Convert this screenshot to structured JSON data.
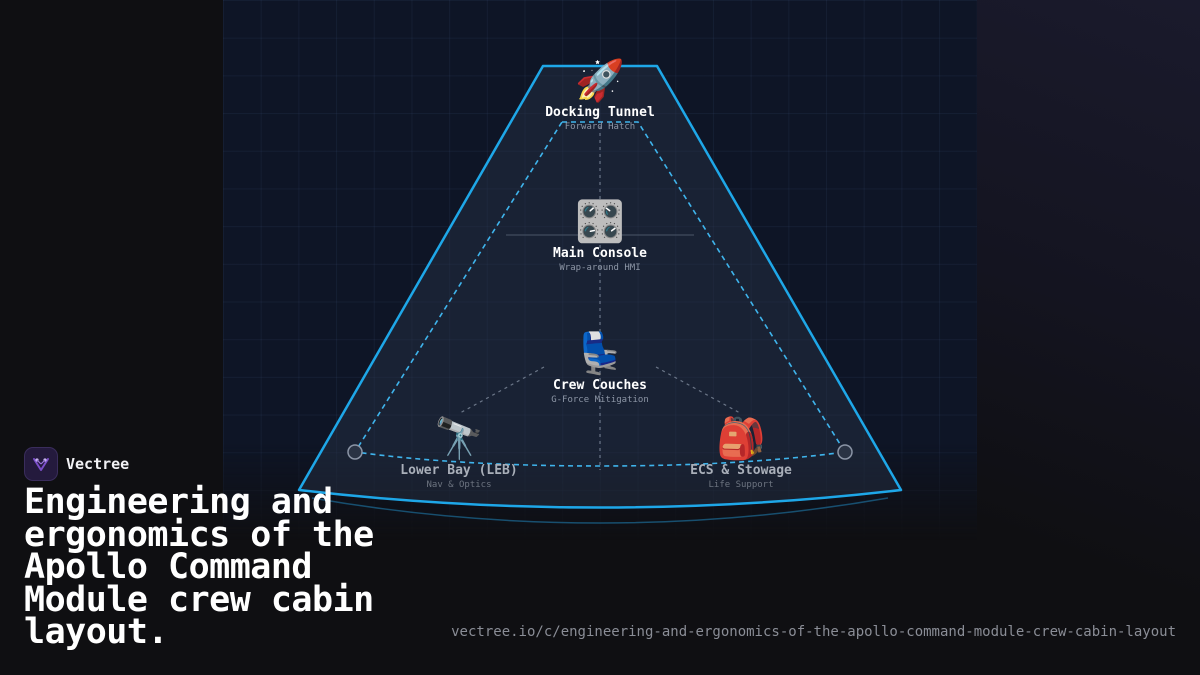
{
  "brand": {
    "name": "Vectree",
    "logo_icon": "vectree-logo-icon",
    "accent": "#7b4ec9"
  },
  "headline": "Engineering and ergonomics of the Apollo Command Module crew cabin layout.",
  "url": "vectree.io/c/engineering-and-ergonomics-of-the-apollo-command-module-crew-cabin-layout",
  "diagram": {
    "outline_color": "#1ea7e8",
    "nodes": [
      {
        "id": "docking-tunnel",
        "icon": "rocket-icon",
        "glyph": "🚀",
        "title": "Docking Tunnel",
        "subtitle": "Forward Hatch"
      },
      {
        "id": "main-console",
        "icon": "control-knobs-icon",
        "glyph": "🎛️",
        "title": "Main Console",
        "subtitle": "Wrap-around HMI"
      },
      {
        "id": "crew-couches",
        "icon": "seat-icon",
        "glyph": "💺",
        "title": "Crew Couches",
        "subtitle": "G-Force Mitigation"
      },
      {
        "id": "lower-bay",
        "icon": "telescope-icon",
        "glyph": "🔭",
        "title": "Lower Bay (LEB)",
        "subtitle": "Nav & Optics"
      },
      {
        "id": "ecs-stowage",
        "icon": "backpack-icon",
        "glyph": "🎒",
        "title": "ECS & Stowage",
        "subtitle": "Life Support"
      }
    ]
  }
}
